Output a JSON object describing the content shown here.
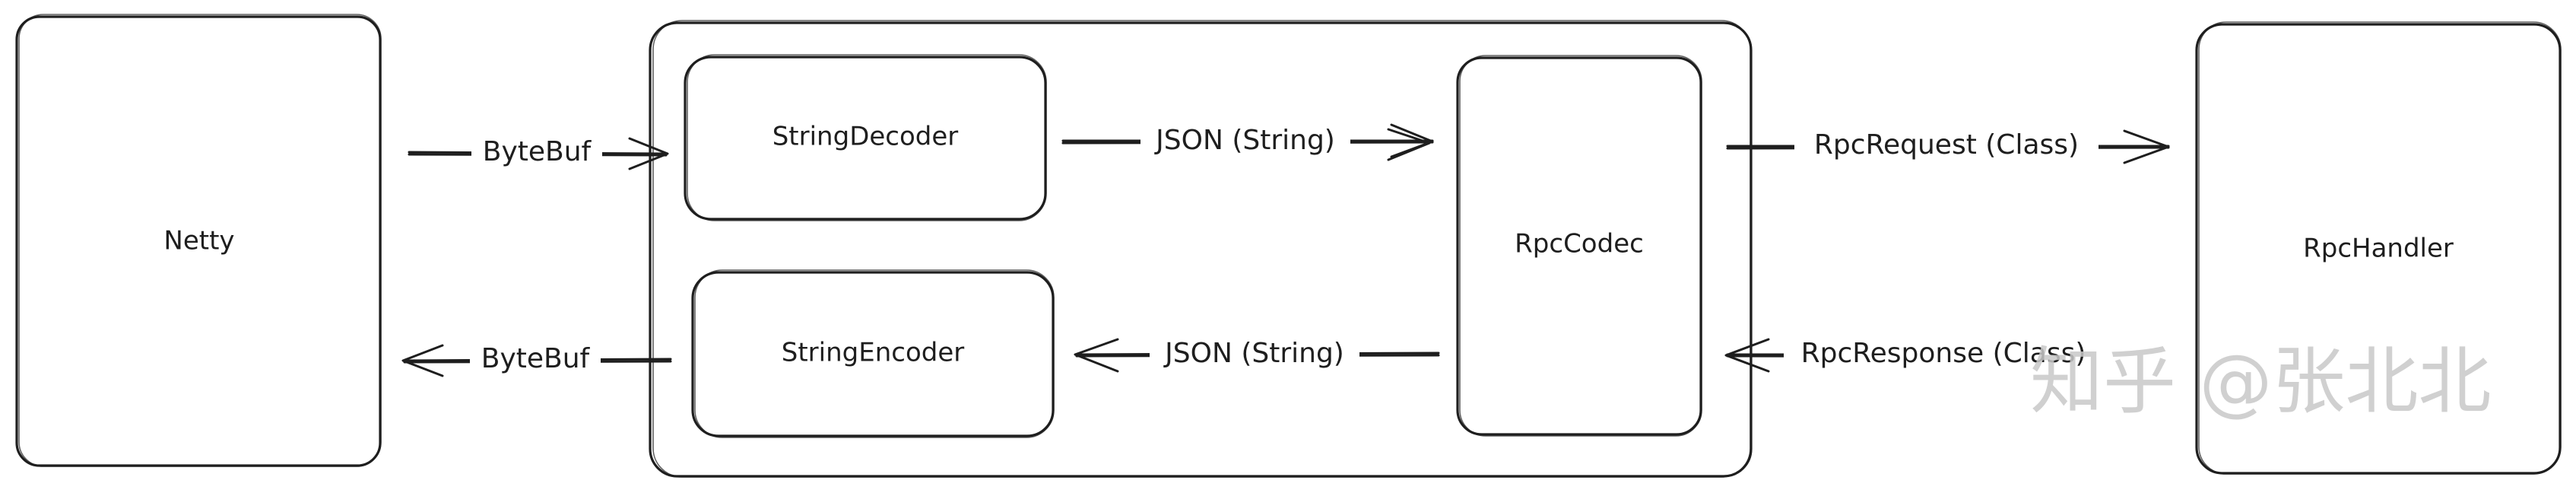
{
  "diagram": {
    "nodes": {
      "netty": "Netty",
      "string_decoder": "StringDecoder",
      "string_encoder": "StringEncoder",
      "rpc_codec": "RpcCodec",
      "rpc_handler": "RpcHandler"
    },
    "edges": {
      "netty_to_pipeline": "ByteBuf",
      "pipeline_to_netty": "ByteBuf",
      "decoder_to_codec": "JSON (String)",
      "codec_to_encoder": "JSON (String)",
      "codec_to_handler": "RpcRequest (Class)",
      "handler_to_codec": "RpcResponse (Class)"
    },
    "watermark": "知乎 @张北北"
  }
}
